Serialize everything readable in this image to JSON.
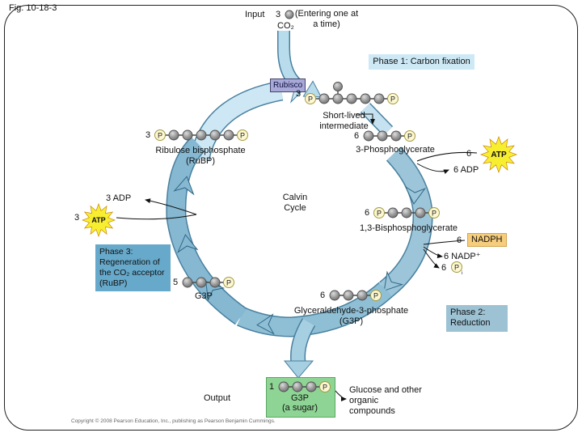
{
  "fig_label": "Fig. 10-18-3",
  "p_symbol": "P",
  "input": {
    "label": "Input",
    "count": "3",
    "note": "(Entering one at a time)",
    "molecule": "CO₂"
  },
  "enzyme": "Rubisco",
  "cycle_title": "Calvin Cycle",
  "phases": {
    "phase1": "Phase 1: Carbon fixation",
    "phase2": "Phase 2: Reduction",
    "phase3": "Phase 3: Regeneration of the CO₂ acceptor (RuBP)"
  },
  "molecules": {
    "short_lived": {
      "count": "3",
      "name": "Short-lived intermediate",
      "balls": 5,
      "leftP": true,
      "rightP": true,
      "branch": 1
    },
    "rubp": {
      "count": "3",
      "name": "Ribulose bisphosphate (RuBP)",
      "balls": 5,
      "leftP": true,
      "rightP": true
    },
    "pga": {
      "count": "6",
      "name": "3-Phosphoglycerate",
      "balls": 3,
      "rightP": true
    },
    "bpg": {
      "count": "6",
      "name": "1,3-Bisphosphoglycerate",
      "balls": 3,
      "leftP": true,
      "rightP": true
    },
    "g3p_right": {
      "count": "6",
      "name": "Glyceraldehyde-3-phosphate (G3P)",
      "balls": 3,
      "rightP": true
    },
    "g3p_left": {
      "count": "5",
      "name": "G3P",
      "balls": 3,
      "rightP": true
    },
    "output_g3p": {
      "count": "1",
      "balls": 3,
      "rightP": true
    }
  },
  "cofactors": {
    "atp_right": {
      "count": "6",
      "label": "ATP"
    },
    "adp_right": "6 ADP",
    "atp_left": {
      "count": "3",
      "label": "ATP"
    },
    "adp_left": "3 ADP",
    "nadph": {
      "count": "6",
      "label": "NADPH"
    },
    "nadp": "6 NADP⁺",
    "pi": {
      "count": "6",
      "label": "P",
      "sub": "i"
    }
  },
  "output": {
    "label": "Output",
    "box_title": "G3P",
    "box_subtitle": "(a sugar)",
    "product": "Glucose and other organic compounds"
  },
  "copyright": "Copyright © 2008 Pearson Education, Inc., publishing as Pearson Benjamin Cummings.",
  "colors": {
    "cycle_band": "#8fbfd5",
    "light_band": "#c6e2f0",
    "atp_star": "#f8ee30",
    "nadph_bg": "#f6cd7c",
    "phase1_bg": "#cde9f6",
    "phase2_bg": "#9cc2d4",
    "phase3_bg": "#67a9cb",
    "rubisco_bg": "#a9a9d8",
    "output_bg": "#8ed494"
  }
}
